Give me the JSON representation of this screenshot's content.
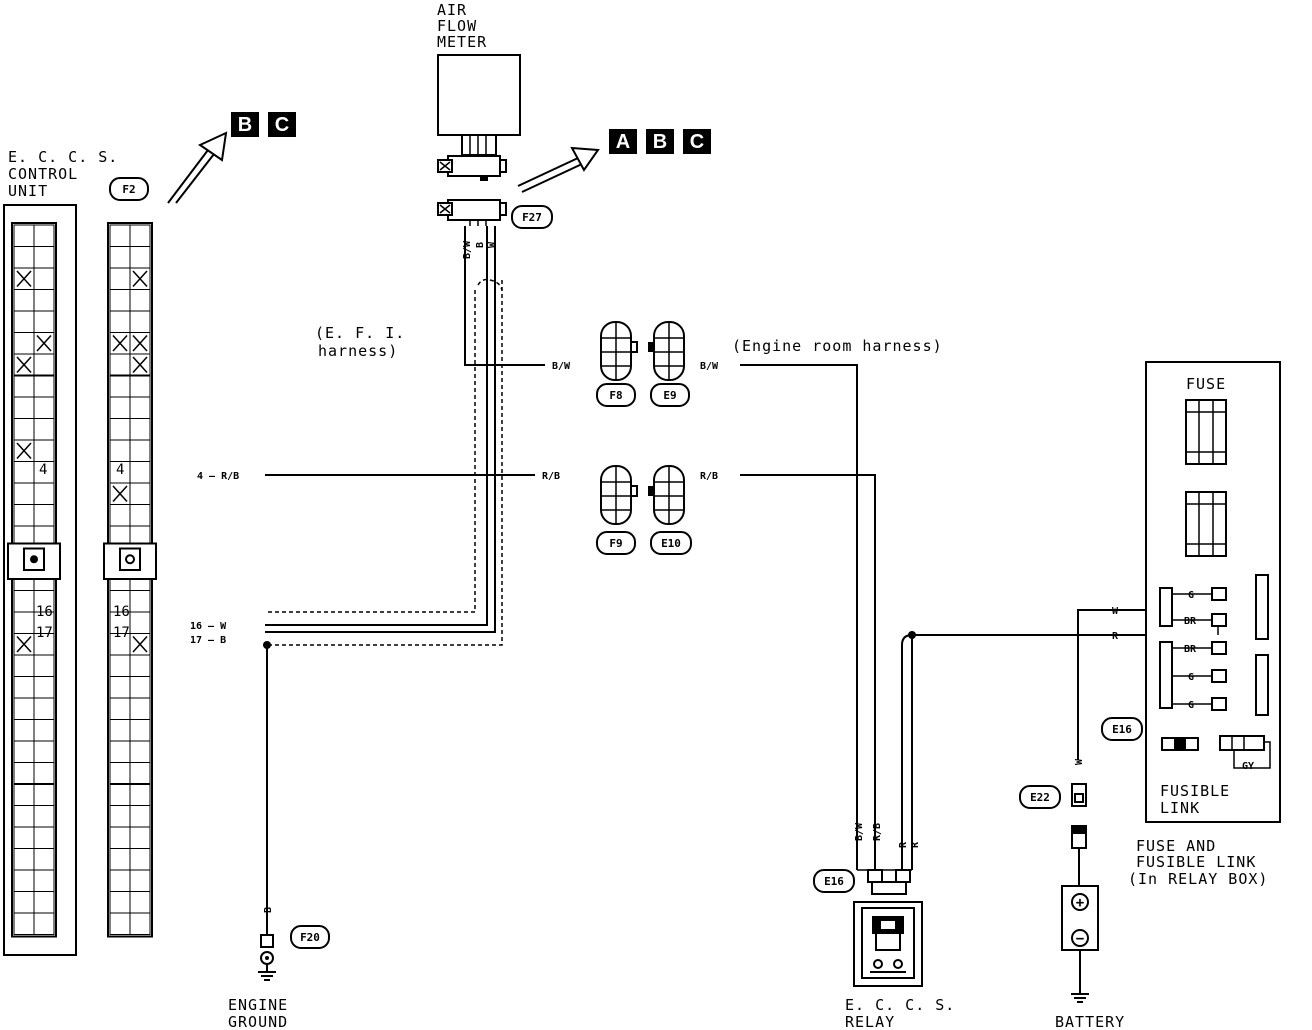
{
  "labels": {
    "air_flow_meter": [
      "AIR",
      "FLOW",
      "METER"
    ],
    "eccs_control_unit": [
      "E. C. C. S.",
      "CONTROL",
      "UNIT"
    ],
    "efi_harness": [
      "(E. F. I.",
      "harness)"
    ],
    "engine_room_harness": "(Engine room harness)",
    "fuse": "FUSE",
    "fusible_link": [
      "FUSIBLE",
      "LINK"
    ],
    "fuse_and_fusible_link": [
      "FUSE AND",
      "FUSIBLE LINK",
      "(In RELAY BOX)"
    ],
    "engine_ground": [
      "ENGINE",
      "GROUND"
    ],
    "eccs_relay": [
      "E. C. C. S.",
      "RELAY"
    ],
    "battery": "BATTERY"
  },
  "references": {
    "near_f2": [
      "B",
      "C"
    ],
    "near_f27": [
      "A",
      "B",
      "C"
    ]
  },
  "connectors": {
    "f2": "F2",
    "f27": "F27",
    "f8": "F8",
    "e9": "E9",
    "f9": "F9",
    "e10": "E10",
    "f20": "F20",
    "e16_relay": "E16",
    "e16_box": "E16",
    "e22": "E22"
  },
  "pins": {
    "ecu_pin4": "4",
    "ecu_pin16": "16",
    "ecu_pin17": "17",
    "harness_pin4": "4",
    "harness_pin16": "16",
    "harness_pin17": "17"
  },
  "wires": {
    "afm_bw": "B/W",
    "afm_b": "B",
    "afm_w": "W",
    "f8_bw": "B/W",
    "e9_bw": "B/W",
    "pin4_rb": "4 — R/B",
    "f9_rb": "R/B",
    "e10_rb": "R/B",
    "pin16_w": "16 — W",
    "pin17_b": "17 — B",
    "ground_b": "B",
    "relay_bw": "B/W",
    "relay_rb": "R/B",
    "relay_r1": "R",
    "relay_r2": "R",
    "box_w": "W",
    "box_r": "R",
    "e22_w": "W",
    "fuse_g1": "G",
    "fuse_br1": "BR",
    "fuse_br2": "BR",
    "fuse_g2": "G",
    "fuse_g3": "G",
    "fuse_gy": "GY"
  },
  "battery_terminals": {
    "positive": "+",
    "negative": "−"
  }
}
